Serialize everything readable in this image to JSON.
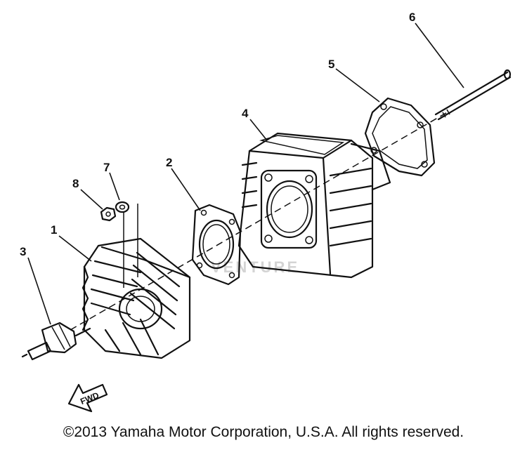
{
  "callouts": [
    {
      "id": "1",
      "label": "1"
    },
    {
      "id": "2",
      "label": "2"
    },
    {
      "id": "3",
      "label": "3"
    },
    {
      "id": "4",
      "label": "4"
    },
    {
      "id": "5",
      "label": "5"
    },
    {
      "id": "6",
      "label": "6"
    },
    {
      "id": "7",
      "label": "7"
    },
    {
      "id": "8",
      "label": "8"
    }
  ],
  "fwd_label": "FWD",
  "watermark": "VENTURE",
  "copyright": "©2013 Yamaha Motor Corporation, U.S.A. All rights reserved.",
  "colors": {
    "line": "#111111",
    "background": "#ffffff",
    "watermark": "#d4d4d4"
  }
}
